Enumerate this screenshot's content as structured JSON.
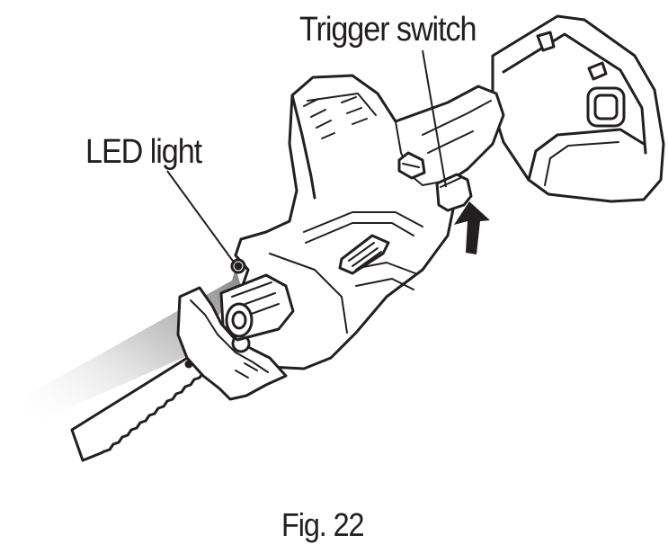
{
  "callouts": {
    "trigger_switch": "Trigger switch",
    "led_light": "LED light"
  },
  "caption": "Fig. 22",
  "icons": {
    "arrow": "push-arrow-icon"
  },
  "colors": {
    "line": "#231f20",
    "light_beam": "#9a9a9a",
    "background": "#ffffff"
  }
}
